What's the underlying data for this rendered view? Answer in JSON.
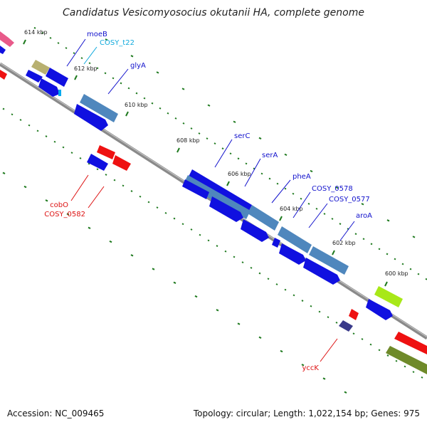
{
  "title": "Candidatus Vesicomyosocius okutanii HA, complete genome",
  "footer": {
    "accession": "Accession: NC_009465",
    "summary": "Topology: circular; Length: 1,022,154 bp; Genes: 975"
  },
  "scale_labels": [
    "614 kbp",
    "612 kbp",
    "610 kbp",
    "608 kbp",
    "606 kbp",
    "604 kbp",
    "602 kbp",
    "600 kbp"
  ],
  "gene_labels": [
    "moeB",
    "COSY_t22",
    "glyA",
    "serC",
    "serA",
    "pheA",
    "COSY_0578",
    "COSY_0577",
    "aroA",
    "cobO",
    "COSY_0582",
    "yccK"
  ],
  "colors": {
    "backbone": "#808080",
    "tick": "#1f7a1f",
    "gene_blue": "#1010e0",
    "gene_steel": "#4f87bd",
    "gene_red": "#ee1111",
    "trna_cyan": "#00aaee",
    "label_blue": "#1111cc",
    "label_cyan": "#11aadd",
    "label_red": "#dd1111"
  }
}
